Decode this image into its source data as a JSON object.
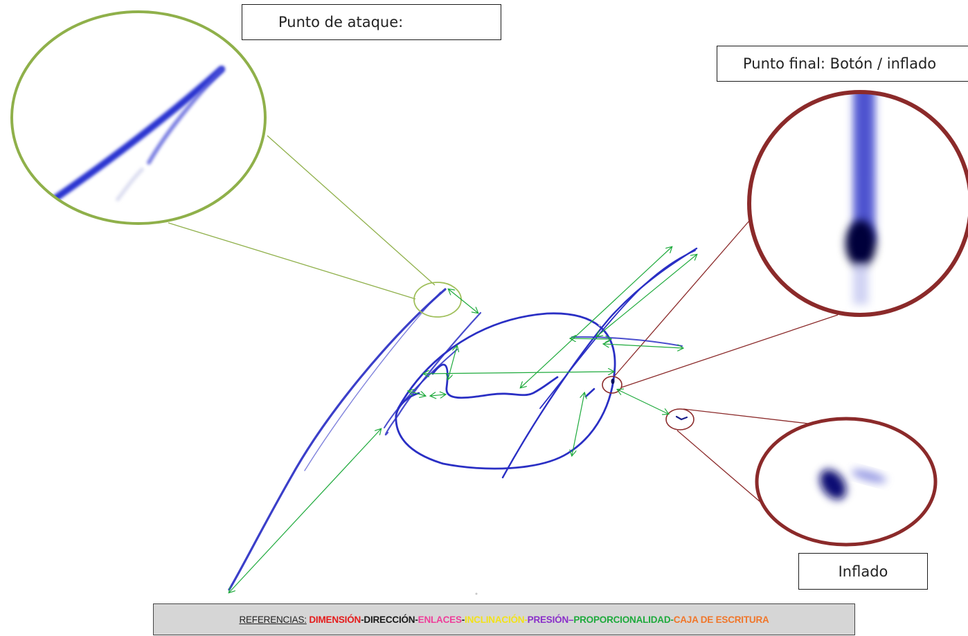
{
  "labels": {
    "attack_point": "Punto de ataque:",
    "end_point": "Punto final: Botón / inflado",
    "inflated": "Inflado"
  },
  "legend": {
    "prefix": "REFERENCIAS:",
    "items": [
      {
        "text": "DIMENSIÓN",
        "color": "#e41b1b",
        "sep": "- "
      },
      {
        "text": "DIRECCIÓN",
        "color": "#1a1a1a",
        "sep": "- "
      },
      {
        "text": "ENLACES",
        "color": "#ee3f9a",
        "sep": "- "
      },
      {
        "text": "INCLINACIÓN",
        "color": "#f2e21a",
        "sep": " - "
      },
      {
        "text": "PRESIÓN",
        "color": "#8a2fc9",
        "sep": " – "
      },
      {
        "text": "PROPORCIONALIDAD",
        "color": "#1eaa3c",
        "sep": "- "
      },
      {
        "text": "CAJA DE ESCRITURA",
        "color": "#f0762a",
        "sep": ""
      }
    ]
  },
  "colors": {
    "ink": "#2a2fc4",
    "measure_arrows": "#1eaa3c",
    "attack_zoom_ring": "#8fb04a",
    "end_zoom_ring": "#8b2a2a",
    "legend_bg": "#d6d6d6"
  },
  "icons": {
    "zoom_attack": "magnifier-circle-attack-stroke",
    "zoom_end": "magnifier-circle-end-blot",
    "zoom_inflated": "magnifier-circle-inflated-blot"
  }
}
